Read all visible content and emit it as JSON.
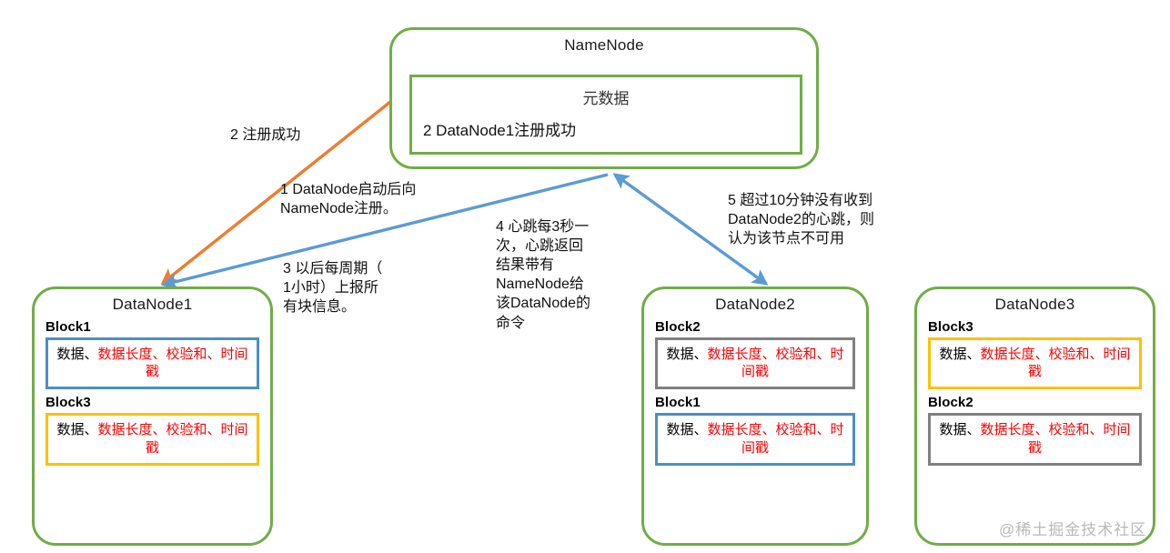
{
  "colors": {
    "node_border": "#70AD47",
    "arrow_blue": "#5B9BD5",
    "arrow_orange": "#ED7D31",
    "block_blue": "#4A90C4",
    "block_amber": "#FFC000",
    "block_gray": "#808080",
    "text_red": "#FF0000",
    "text_black": "#000000"
  },
  "namenode": {
    "title": "NameNode",
    "metadata_title": "元数据",
    "metadata_line": "2 DataNode1注册成功"
  },
  "annotations": {
    "a2": "2 注册成功",
    "a1": "1 DataNode启动后向\nNameNode注册。",
    "a3": "3 以后每周期（\n1小时）上报所\n有块信息。",
    "a4": "4 心跳每3秒一\n次，心跳返回\n结果带有\nNameNode给\n该DataNode的\n命令",
    "a5": "5 超过10分钟没有收到\nDataNode2的心跳，则\n认为该节点不可用"
  },
  "block_text": {
    "black": "数据、",
    "red": "数据长度、校验和、时间戳"
  },
  "datanodes": [
    {
      "title": "DataNode1",
      "blocks": [
        {
          "label": "Block1",
          "border": "blue"
        },
        {
          "label": "Block3",
          "border": "amber"
        }
      ]
    },
    {
      "title": "DataNode2",
      "blocks": [
        {
          "label": "Block2",
          "border": "gray"
        },
        {
          "label": "Block1",
          "border": "blue"
        }
      ]
    },
    {
      "title": "DataNode3",
      "blocks": [
        {
          "label": "Block3",
          "border": "amber"
        },
        {
          "label": "Block2",
          "border": "gray"
        }
      ]
    }
  ],
  "watermark": "@稀土掘金技术社区"
}
